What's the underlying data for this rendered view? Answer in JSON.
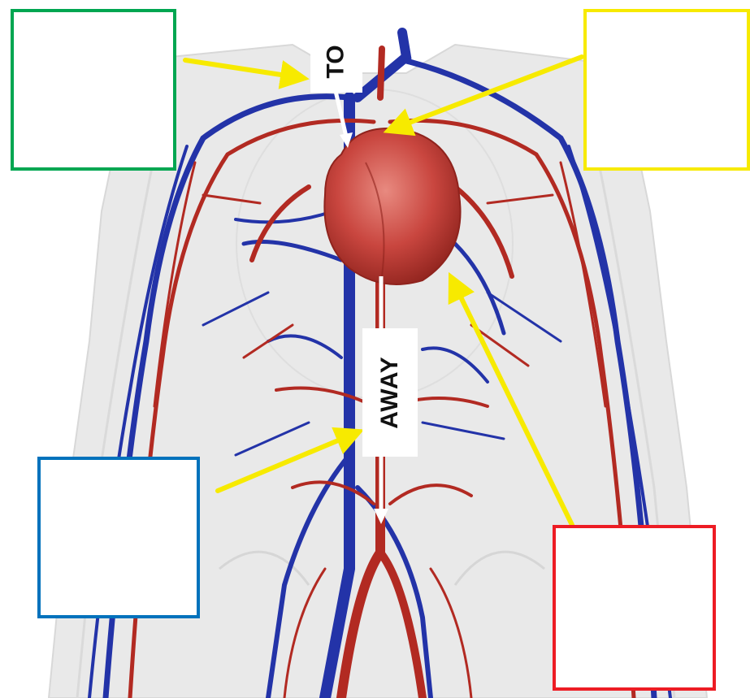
{
  "labels": {
    "to": "TO",
    "away": "AWAY"
  },
  "answer_boxes": [
    {
      "id": "green",
      "color": "#00a651",
      "text": ""
    },
    {
      "id": "yellow",
      "color": "#f7ea00",
      "text": ""
    },
    {
      "id": "blue",
      "color": "#0072bc",
      "text": ""
    },
    {
      "id": "red",
      "color": "#ed1c24",
      "text": ""
    }
  ],
  "colors": {
    "artery": "#b22a22",
    "vein": "#2333a8",
    "heart": "#c9463f",
    "body": "#e6e6e6",
    "pointer_arrow": "#f7ea00",
    "flow_arrow": "#ffffff"
  },
  "icons": [
    "heart-icon",
    "body-silhouette",
    "flow-arrow-icon",
    "pointer-arrow-icon"
  ]
}
